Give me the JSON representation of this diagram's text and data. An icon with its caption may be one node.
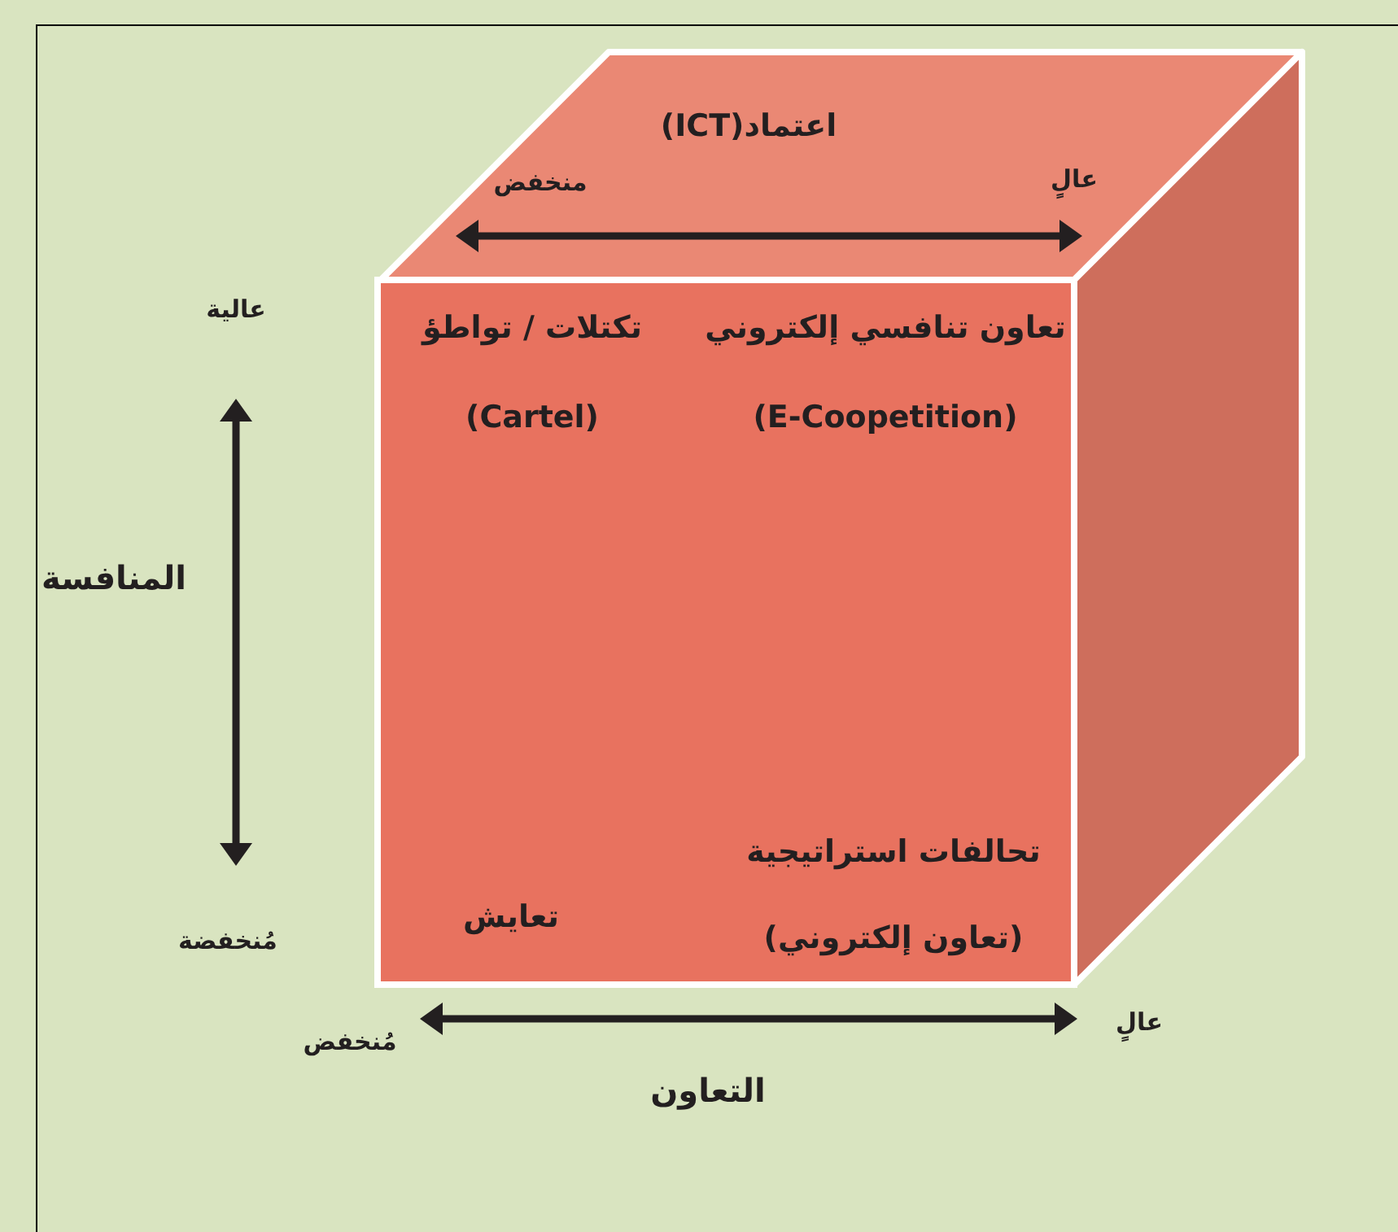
{
  "diagram": {
    "nodes": [
      {
        "text": [
          "اعتماد(ICT)"
        ]
      },
      {
        "text": [
          "تعاون تنافسي إلكتروني",
          "(E-Coopetition)",
          "تكتلات / تواطؤ",
          "(Cartel)",
          "تحالفات استراتيجية",
          "(تعاون إلكتروني)",
          "تعايش"
        ]
      },
      {
        "text": [],
        "shape": "box"
      }
    ],
    "labels": [
      "منخفض",
      "عالٍ",
      "عالية",
      "المنافسة",
      "مُنخفضة",
      "مُنخفض",
      "عالٍ",
      "التعاون"
    ]
  }
}
